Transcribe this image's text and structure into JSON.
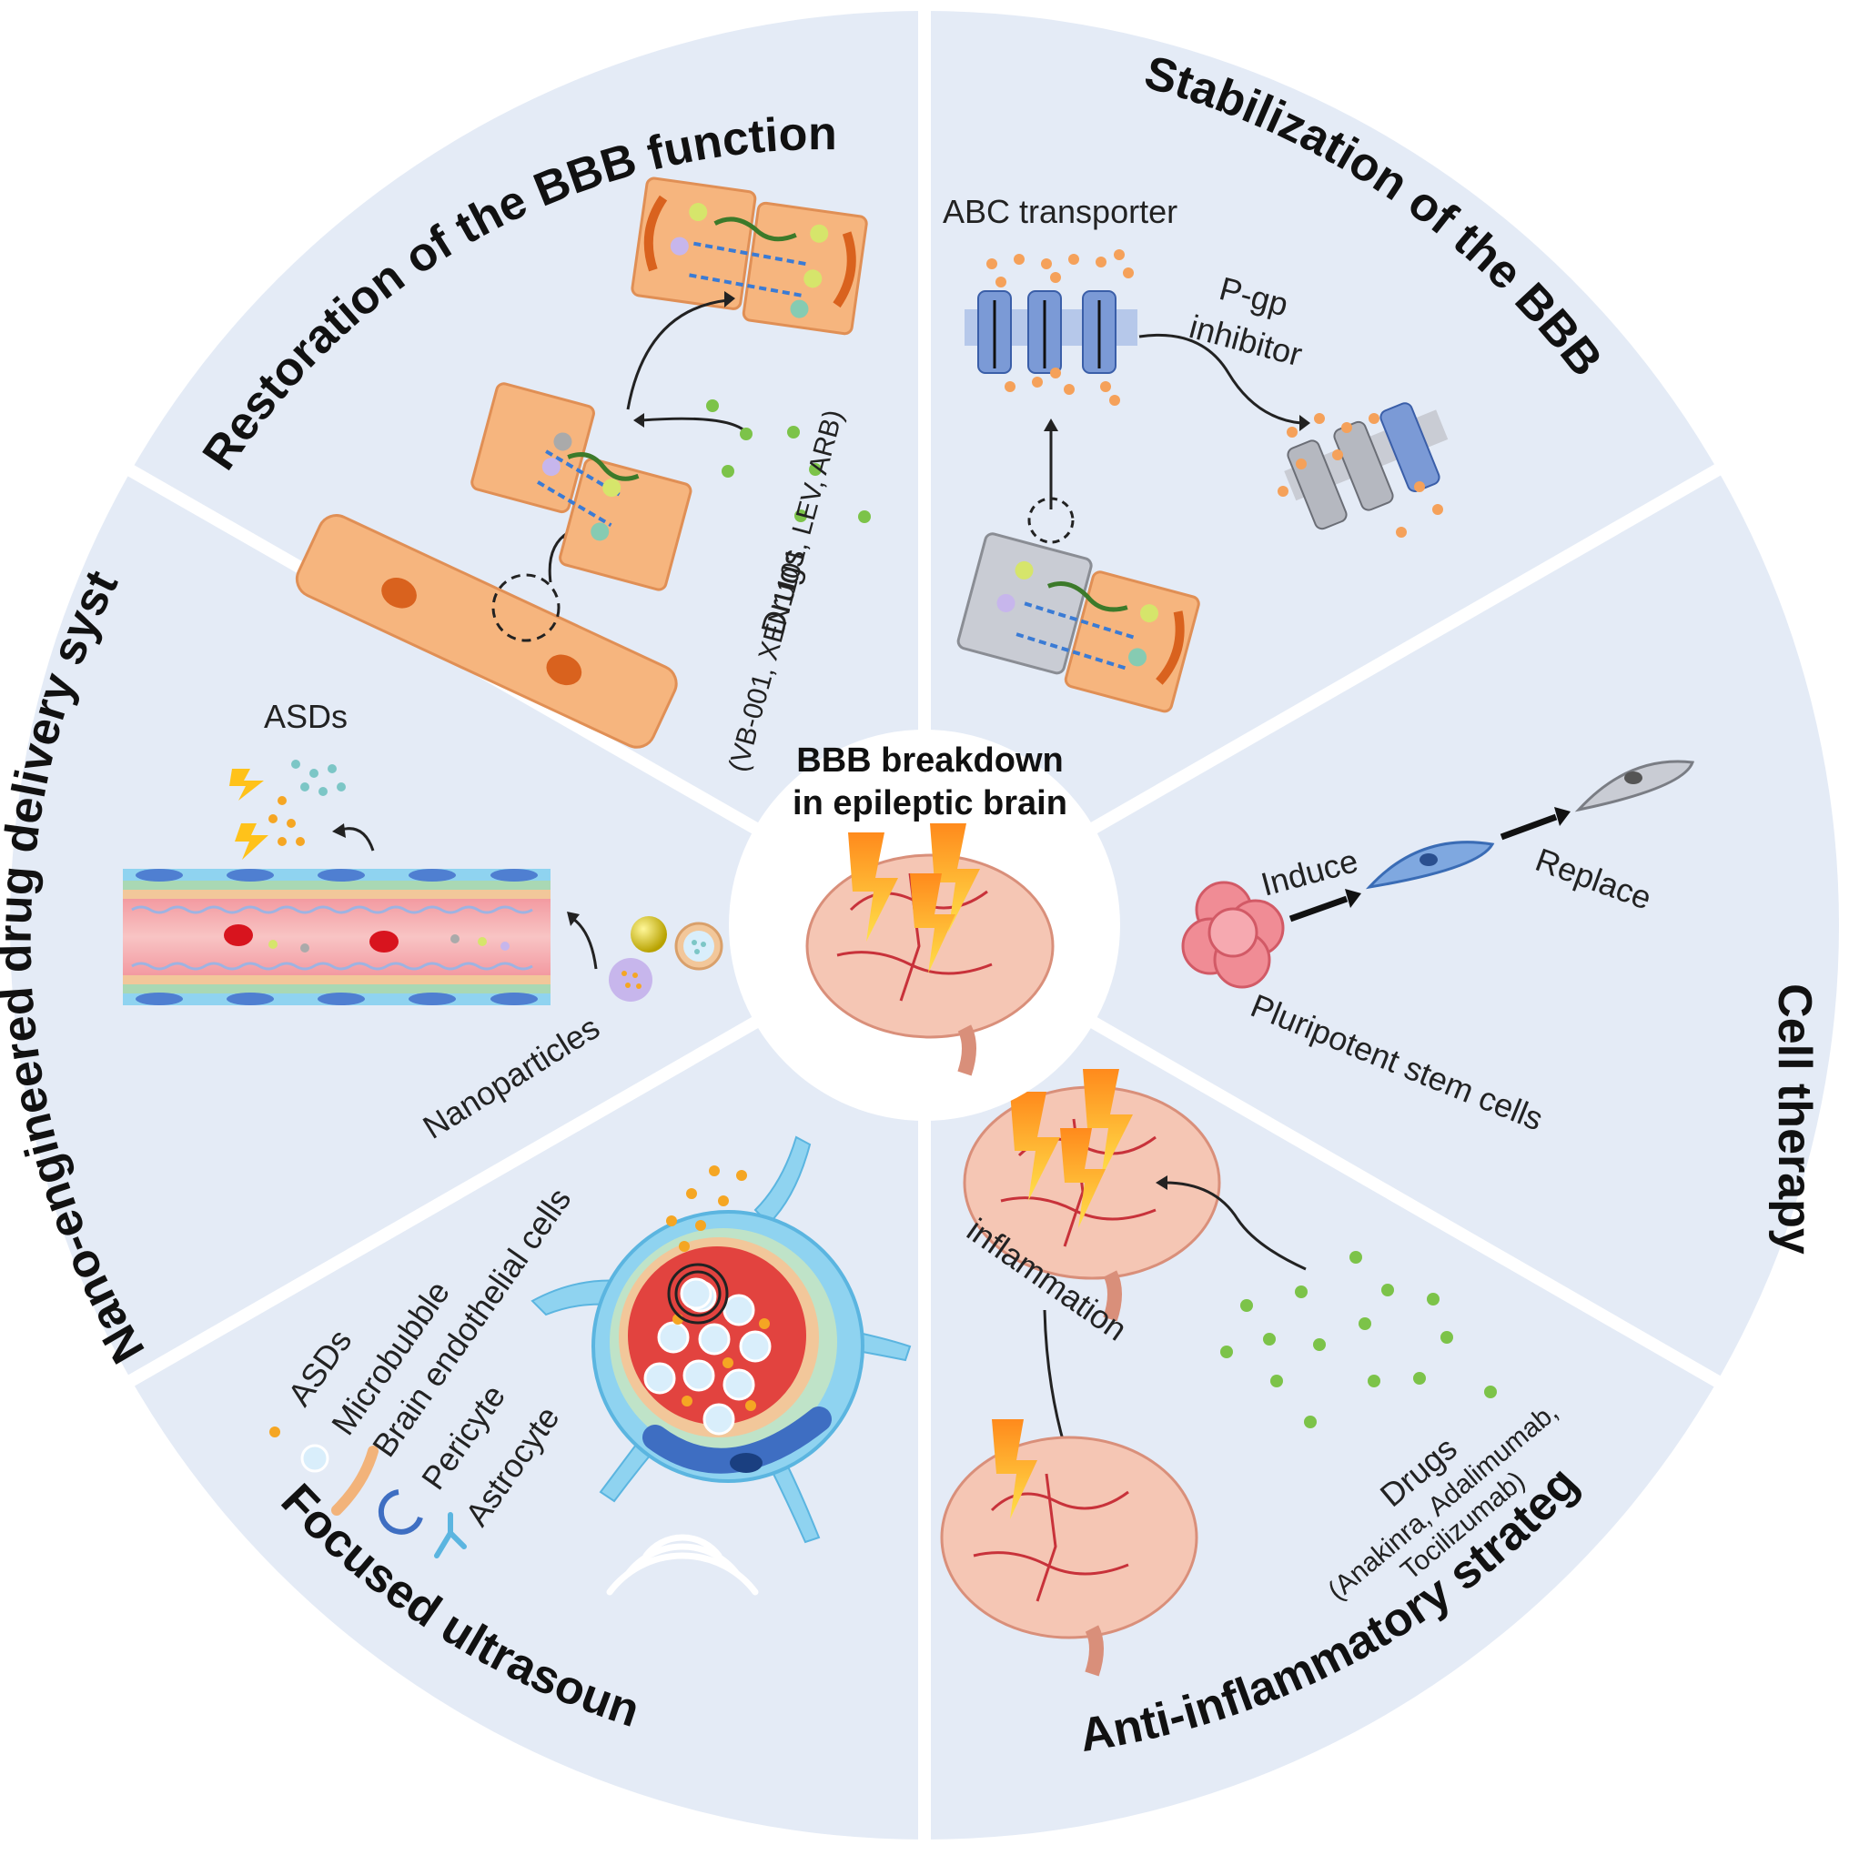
{
  "center": {
    "title_line1": "BBB breakdown",
    "title_line2": "in epileptic brain"
  },
  "sections": {
    "restoration": {
      "title": "Restoration of the BBB function",
      "drugs_label": "Drugs",
      "drugs_list": "(VB-001, XEN1101, LEV, ARB)"
    },
    "stabilization": {
      "title": "Stabilization of the BBB",
      "abc_label": "ABC transporter",
      "pgp_line1": "P-gp",
      "pgp_line2": "inhibitor"
    },
    "cell_therapy": {
      "title": "Cell therapy",
      "induce": "Induce",
      "replace": "Replace",
      "stem_cells": "Pluripotent stem cells"
    },
    "anti_inflammatory": {
      "title": "Anti-inflammatory strategy",
      "inflammation": "inflammation",
      "drugs_label": "Drugs",
      "drugs_line1": "(Anakinra, Adalimumab,",
      "drugs_line2": "Tocilizumab)"
    },
    "ultrasound": {
      "title": "Focused ultrasound",
      "legend": [
        "ASDs",
        "Microbubble",
        "Brain endothelial cells",
        "Pericyte",
        "Astrocyte"
      ]
    },
    "nano": {
      "title": "Nano-engineered drug delivery systems",
      "asds": "ASDs",
      "nanoparticles": "Nanoparticles"
    }
  },
  "colors": {
    "sector_fill": "#e4ebf6",
    "divider": "#ffffff",
    "cell_orange": "#f6b57e",
    "nucleus": "#d9621e",
    "drug_green": "#7cc349",
    "asd_orange": "#f5a623",
    "brain_pink": "#f5c6b4",
    "vessel_red": "#c8323a",
    "bolt_yellow": "#ffc21a"
  }
}
